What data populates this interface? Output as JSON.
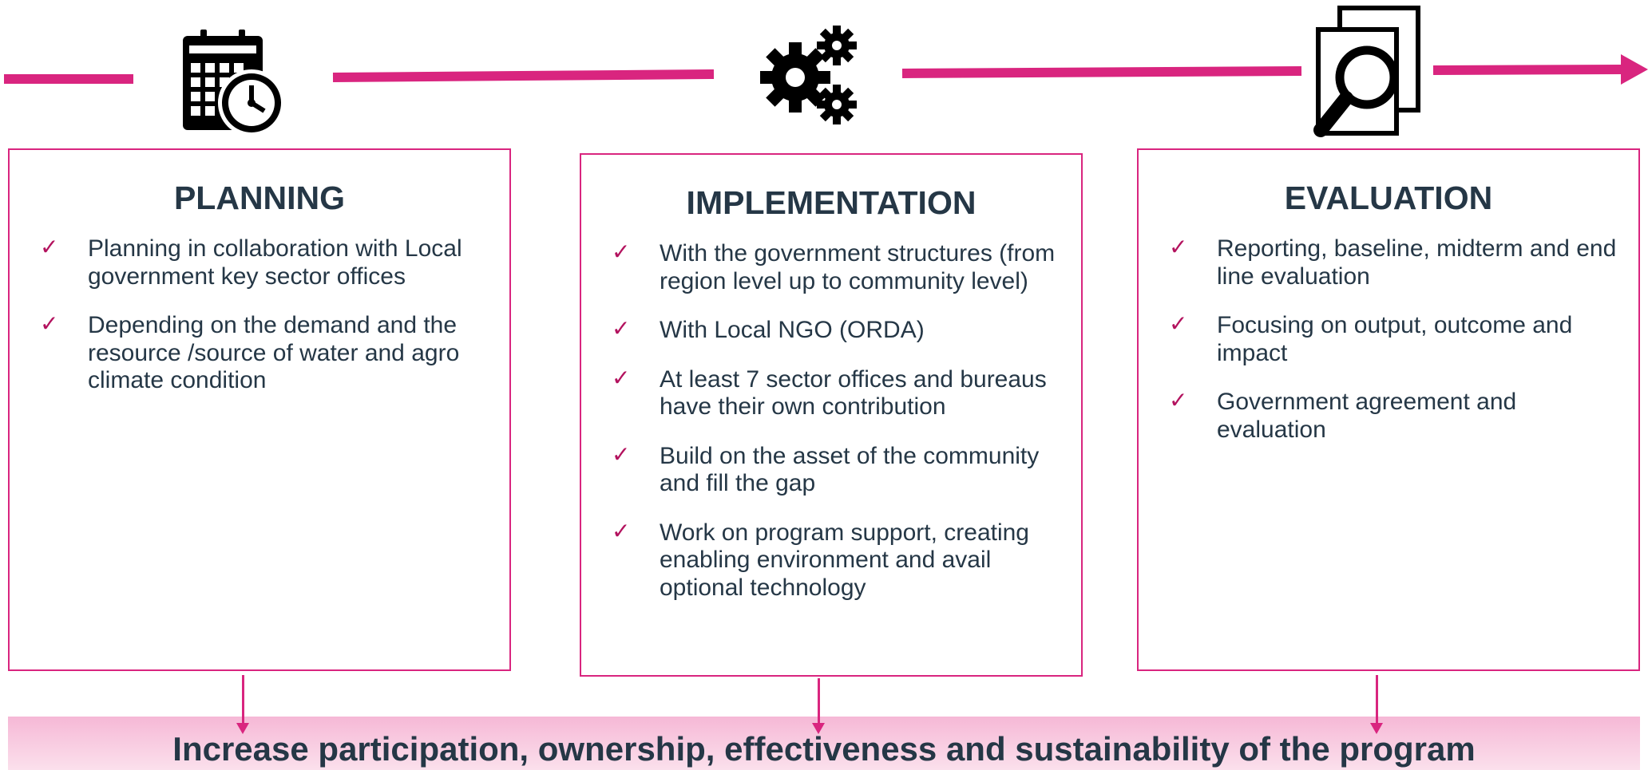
{
  "colors": {
    "accent": "#d9257f",
    "check": "#b3125e",
    "text": "#253746",
    "banner_top": "#f6b8d6",
    "banner_bottom": "#fbe0ec"
  },
  "icons": {
    "planning": "calendar-clock-icon",
    "implementation": "gears-icon",
    "evaluation": "document-magnifier-icon"
  },
  "panels": {
    "planning": {
      "title": "PLANNING",
      "items": [
        "Planning in collaboration with Local government key sector offices",
        "Depending on the demand and the resource /source of water and agro climate condition"
      ]
    },
    "implementation": {
      "title": "IMPLEMENTATION",
      "items": [
        "With the government structures (from region level up to community level)",
        "With Local NGO (ORDA)",
        "At least 7 sector offices and bureaus have their own contribution",
        "Build on the asset of the community and fill the gap",
        "Work on program support, creating enabling environment and avail optional technology"
      ]
    },
    "evaluation": {
      "title": "EVALUATION",
      "items": [
        "Reporting, baseline, midterm and end line evaluation",
        "Focusing on output, outcome and impact",
        "Government agreement and evaluation"
      ]
    }
  },
  "check_mark": "✓",
  "banner": {
    "text": "Increase participation, ownership, effectiveness and sustainability of the program"
  }
}
